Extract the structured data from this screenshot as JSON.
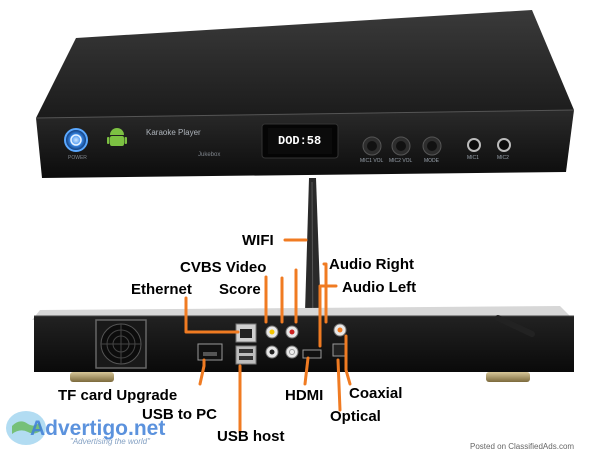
{
  "device_front": {
    "brand_text": "Karaoke Player",
    "sub_text": "Jukebox",
    "display_text": "DOD:58",
    "power_label": "POWER",
    "knob_labels": [
      "MIC1 VOL",
      "MIC2 VOL",
      "MODE"
    ],
    "jack_labels": [
      "MIC1",
      "MIC2"
    ]
  },
  "callouts": {
    "wifi": "WIFI",
    "cvbs_video": "CVBS Video",
    "audio_right": "Audio Right",
    "ethernet": "Ethernet",
    "score": "Score",
    "audio_left": "Audio Left",
    "tf_card_upgrade": "TF card Upgrade",
    "usb_to_pc": "USB to PC",
    "hdmi": "HDMI",
    "coaxial": "Coaxial",
    "optical": "Optical",
    "usb_host": "USB host"
  },
  "watermark": {
    "brand": "Advertigo.net",
    "tagline": "\"Advertising the world\"",
    "posted_on": "Posted on ClassifiedAds.com"
  },
  "colors": {
    "callout_line": "#f07b22",
    "chassis": "#141414",
    "display_glow": "#ffffff",
    "power_ring": "#3a8df0",
    "android_green": "#7cc142"
  }
}
